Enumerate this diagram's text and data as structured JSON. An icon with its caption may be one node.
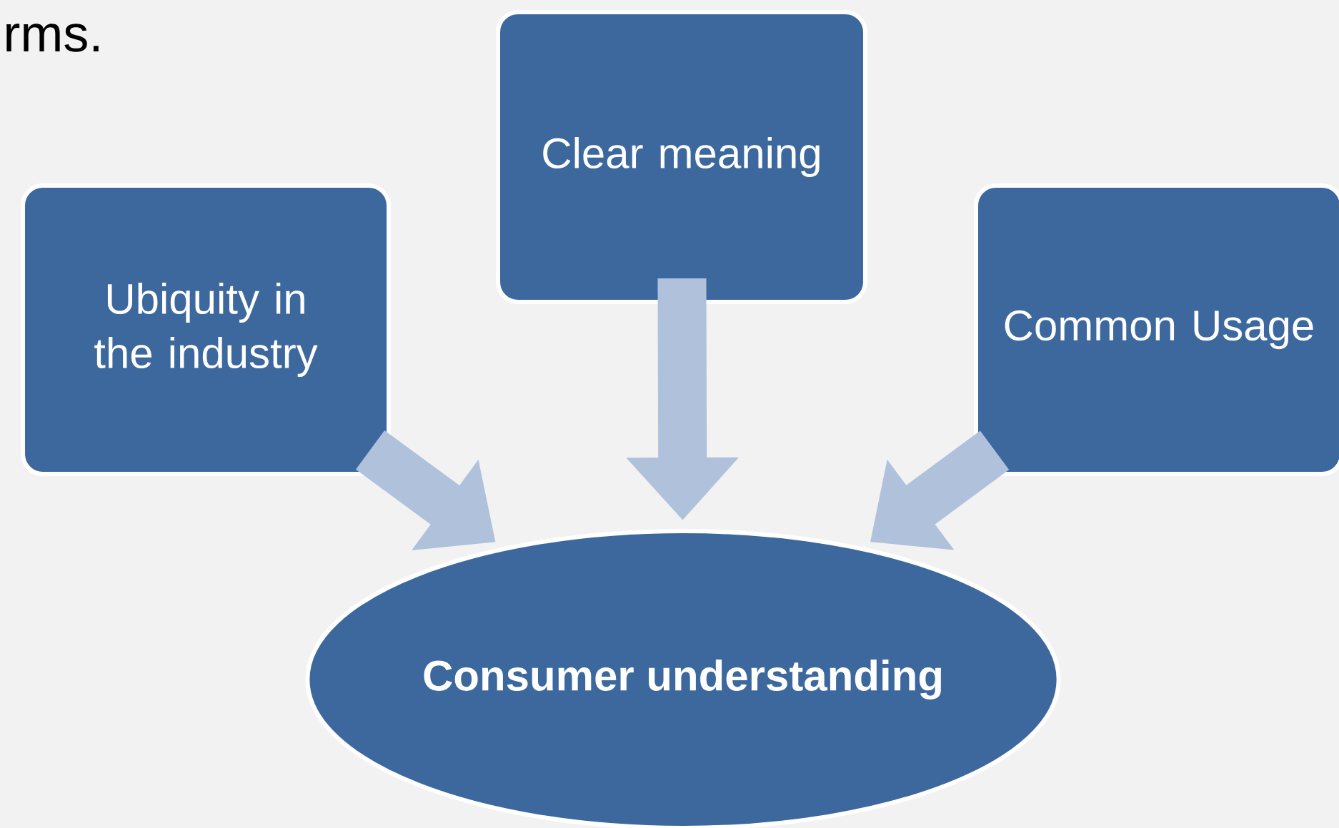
{
  "diagram": {
    "nodes": [
      {
        "text": [
          "Ubiquity in the industry"
        ]
      },
      {
        "text": [
          "Clear meaning"
        ]
      },
      {
        "text": [
          "Common Usage"
        ]
      },
      {
        "text": [
          "Consumer understanding"
        ]
      }
    ],
    "edges": [
      {
        "from": 0,
        "to": 3,
        "arrow": "to"
      },
      {
        "from": 1,
        "to": 3,
        "arrow": "to"
      },
      {
        "from": 2,
        "to": 3,
        "arrow": "to"
      }
    ],
    "labels": [
      "rms."
    ]
  }
}
